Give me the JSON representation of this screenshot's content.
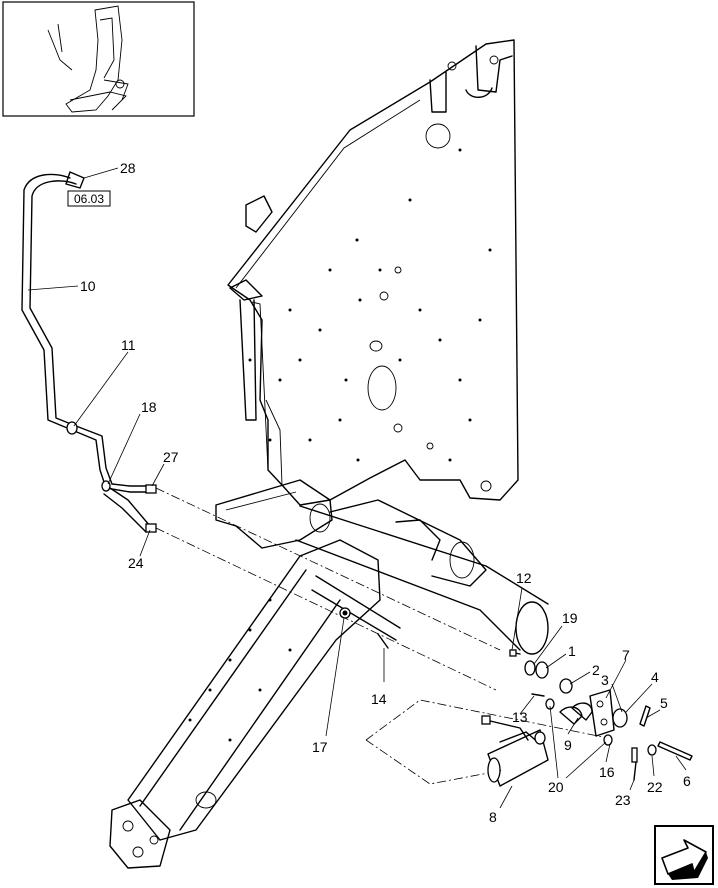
{
  "diagram": {
    "reference_box": "06.03",
    "callouts": [
      {
        "id": "c1",
        "text": "1"
      },
      {
        "id": "c2",
        "text": "2"
      },
      {
        "id": "c3",
        "text": "3"
      },
      {
        "id": "c4",
        "text": "4"
      },
      {
        "id": "c5",
        "text": "5"
      },
      {
        "id": "c6",
        "text": "6"
      },
      {
        "id": "c7",
        "text": "7"
      },
      {
        "id": "c8",
        "text": "8"
      },
      {
        "id": "c9",
        "text": "9"
      },
      {
        "id": "c10",
        "text": "10"
      },
      {
        "id": "c11",
        "text": "11"
      },
      {
        "id": "c12",
        "text": "12"
      },
      {
        "id": "c13",
        "text": "13"
      },
      {
        "id": "c14",
        "text": "14"
      },
      {
        "id": "c16",
        "text": "16"
      },
      {
        "id": "c17",
        "text": "17"
      },
      {
        "id": "c18",
        "text": "18"
      },
      {
        "id": "c19",
        "text": "19"
      },
      {
        "id": "c20",
        "text": "20"
      },
      {
        "id": "c22",
        "text": "22"
      },
      {
        "id": "c23",
        "text": "23"
      },
      {
        "id": "c24",
        "text": "24"
      },
      {
        "id": "c27",
        "text": "27"
      },
      {
        "id": "c28",
        "text": "28"
      }
    ],
    "nav_icon": "next-page-arrow-icon",
    "thumbnail_icon": "overview-thumbnail-icon"
  }
}
